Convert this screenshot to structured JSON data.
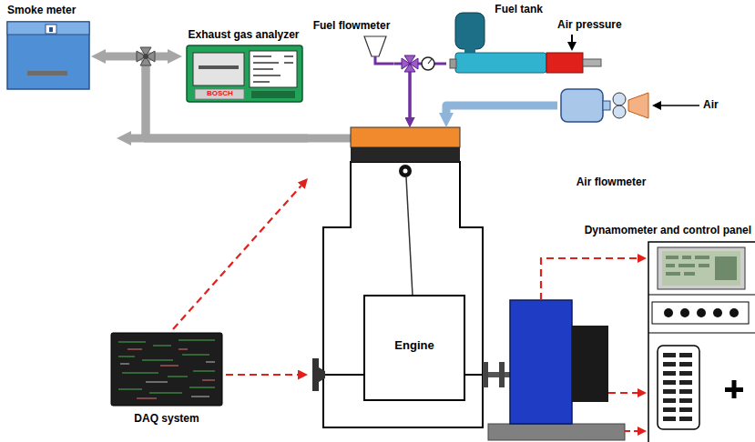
{
  "diagram": {
    "nodes": [
      {
        "text": [
          "Smoke meter"
        ]
      },
      {
        "text": [
          "Exhaust gas analyzer"
        ]
      },
      {
        "text": [
          "Fuel flowmeter"
        ]
      },
      {
        "text": [
          "Fuel tank"
        ]
      },
      {
        "text": [
          "Air flowmeter"
        ]
      },
      {
        "text": [
          "Engine"
        ]
      },
      {
        "text": [
          "Dynamometer and control panel"
        ]
      },
      {
        "text": [
          "DAQ system"
        ]
      }
    ],
    "edges": [
      {
        "from": 5,
        "to": 0,
        "arrow": "to"
      },
      {
        "from": 5,
        "to": 1,
        "arrow": "to"
      },
      {
        "from": 3,
        "to": 5,
        "arrow": "to"
      },
      {
        "from": 2,
        "to": 5,
        "arrow": "to"
      },
      {
        "from": 4,
        "to": 5,
        "arrow": "to"
      },
      {
        "from": 7,
        "to": 5,
        "arrow": "to"
      },
      {
        "from": 7,
        "to": 5,
        "arrow": "to"
      }
    ],
    "labels": [
      "Air pressure",
      "Air",
      "BOSCH"
    ]
  }
}
